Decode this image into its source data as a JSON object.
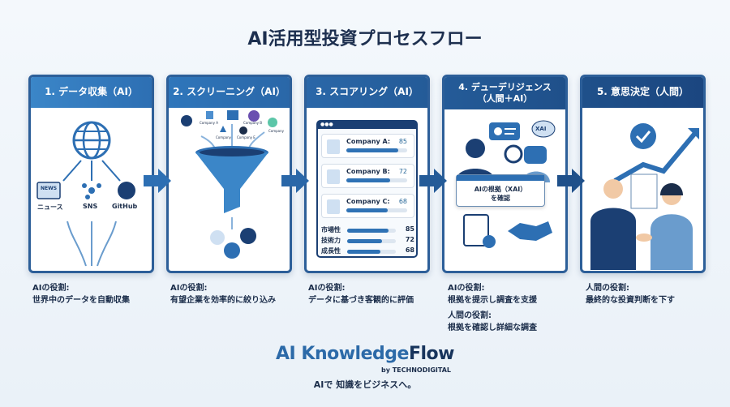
{
  "title": "AI活用型投資プロセスフロー",
  "steps": [
    {
      "header": "1. データ収集（AI）",
      "icons": {
        "news": "NEWS",
        "news_label": "ニュース",
        "sns": "SNS",
        "github": "GitHub"
      },
      "role_label": "AIの役割:",
      "role_text": "世界中のデータを自動収集"
    },
    {
      "header": "2. スクリーニング（AI）",
      "companies": [
        "Company A",
        "Company B",
        "Company",
        "Company",
        "Company E"
      ],
      "role_label": "AIの役割:",
      "role_text": "有望企業を効率的に絞り込み"
    },
    {
      "header": "3. スコアリング（AI）",
      "companies": [
        {
          "name": "Company A:",
          "score": 85
        },
        {
          "name": "Company B:",
          "score": 72
        },
        {
          "name": "Company C:",
          "score": 68
        }
      ],
      "metrics": [
        {
          "name": "市場性",
          "score": 85
        },
        {
          "name": "技術力",
          "score": 72
        },
        {
          "name": "成長性",
          "score": 68
        }
      ],
      "role_label": "AIの役割:",
      "role_text": "データに基づき客観的に評価"
    },
    {
      "header": "4. デューデリジェンス",
      "header2": "（人間＋AI）",
      "xai": "XAI",
      "popup": "AIの根拠（XAI）",
      "popup2": "を確認",
      "role_label": "AIの役割:",
      "role_text": "根拠を提示し調査を支援",
      "role2_label": "人間の役割:",
      "role2_text": "根拠を確認し詳細な調査"
    },
    {
      "header": "5. 意思決定（人間）",
      "role_label": "人間の役割:",
      "role_text": "最終的な投資判断を下す"
    }
  ],
  "brand": {
    "part1": "AI Knowledge",
    "part2": "Flow",
    "by": "by TECHNODIGITAL",
    "tagline": "AIで 知識をビジネスへ。"
  },
  "colors": {
    "primary": "#2d6fb3",
    "dark": "#1b3f73",
    "bg": "#f0f5fa"
  }
}
